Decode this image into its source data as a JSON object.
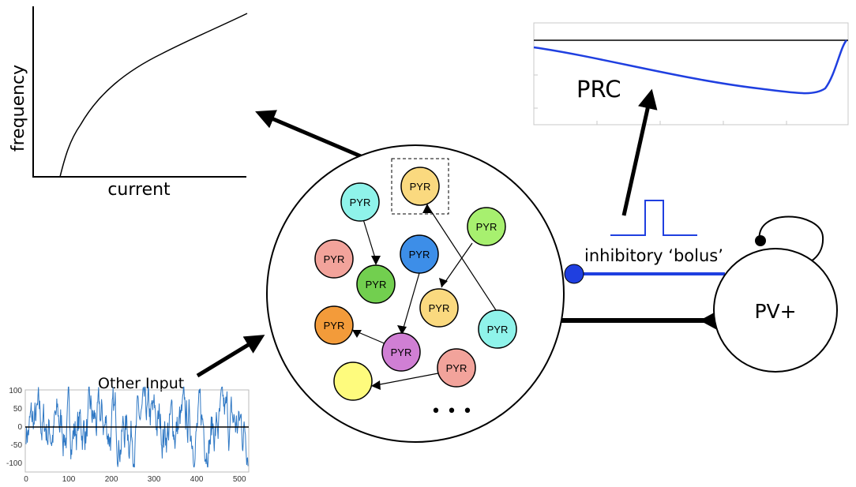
{
  "fi_plot": {
    "xlabel": "current",
    "ylabel": "frequency"
  },
  "prc_plot": {
    "label": "PRC",
    "curve_color": "#1f3fe0"
  },
  "network": {
    "cells": [
      {
        "label": "PYR",
        "color": "#fad97f"
      },
      {
        "label": "PYR",
        "color": "#8ff3ea"
      },
      {
        "label": "PYR",
        "color": "#a7f06f"
      },
      {
        "label": "PYR",
        "color": "#f2a39b"
      },
      {
        "label": "PYR",
        "color": "#3d8ee8"
      },
      {
        "label": "PYR",
        "color": "#72cf4f"
      },
      {
        "label": "PYR",
        "color": "#fad97f"
      },
      {
        "label": "PYR",
        "color": "#f39b3a"
      },
      {
        "label": "PYR",
        "color": "#8ff3ea"
      },
      {
        "label": "PYR",
        "color": "#d07fd4"
      },
      {
        "label": "PYR",
        "color": "#f2a39b"
      },
      {
        "label": "",
        "color": "#fefb7d"
      }
    ],
    "ellipsis": "• • •"
  },
  "pv_cell": {
    "label": "PV+"
  },
  "bolus": {
    "label": "inhibitory ‘bolus’",
    "color": "#1f3fe0"
  },
  "other_input": {
    "label": "Other Input",
    "trace_color": "#2f78c4",
    "y_ticks": [
      "100",
      "50",
      "0",
      "-50",
      "-100"
    ],
    "x_ticks": [
      "0",
      "100",
      "200",
      "300",
      "400",
      "500"
    ]
  }
}
